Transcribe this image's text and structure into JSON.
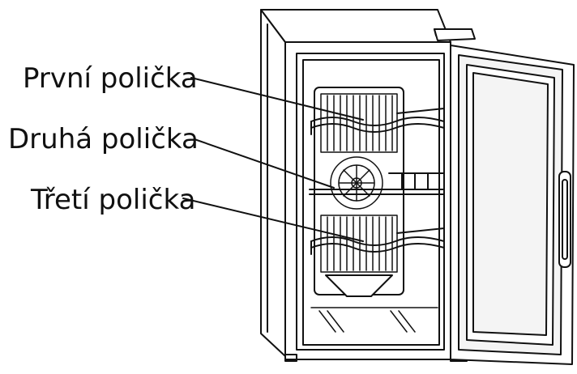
{
  "labels": [
    {
      "text": "První polička"
    },
    {
      "text": "Druhá polička"
    },
    {
      "text": "Třetí polička"
    }
  ],
  "colors": {
    "line": "#111111",
    "background": "#ffffff",
    "glass": "#f4f4f4"
  }
}
